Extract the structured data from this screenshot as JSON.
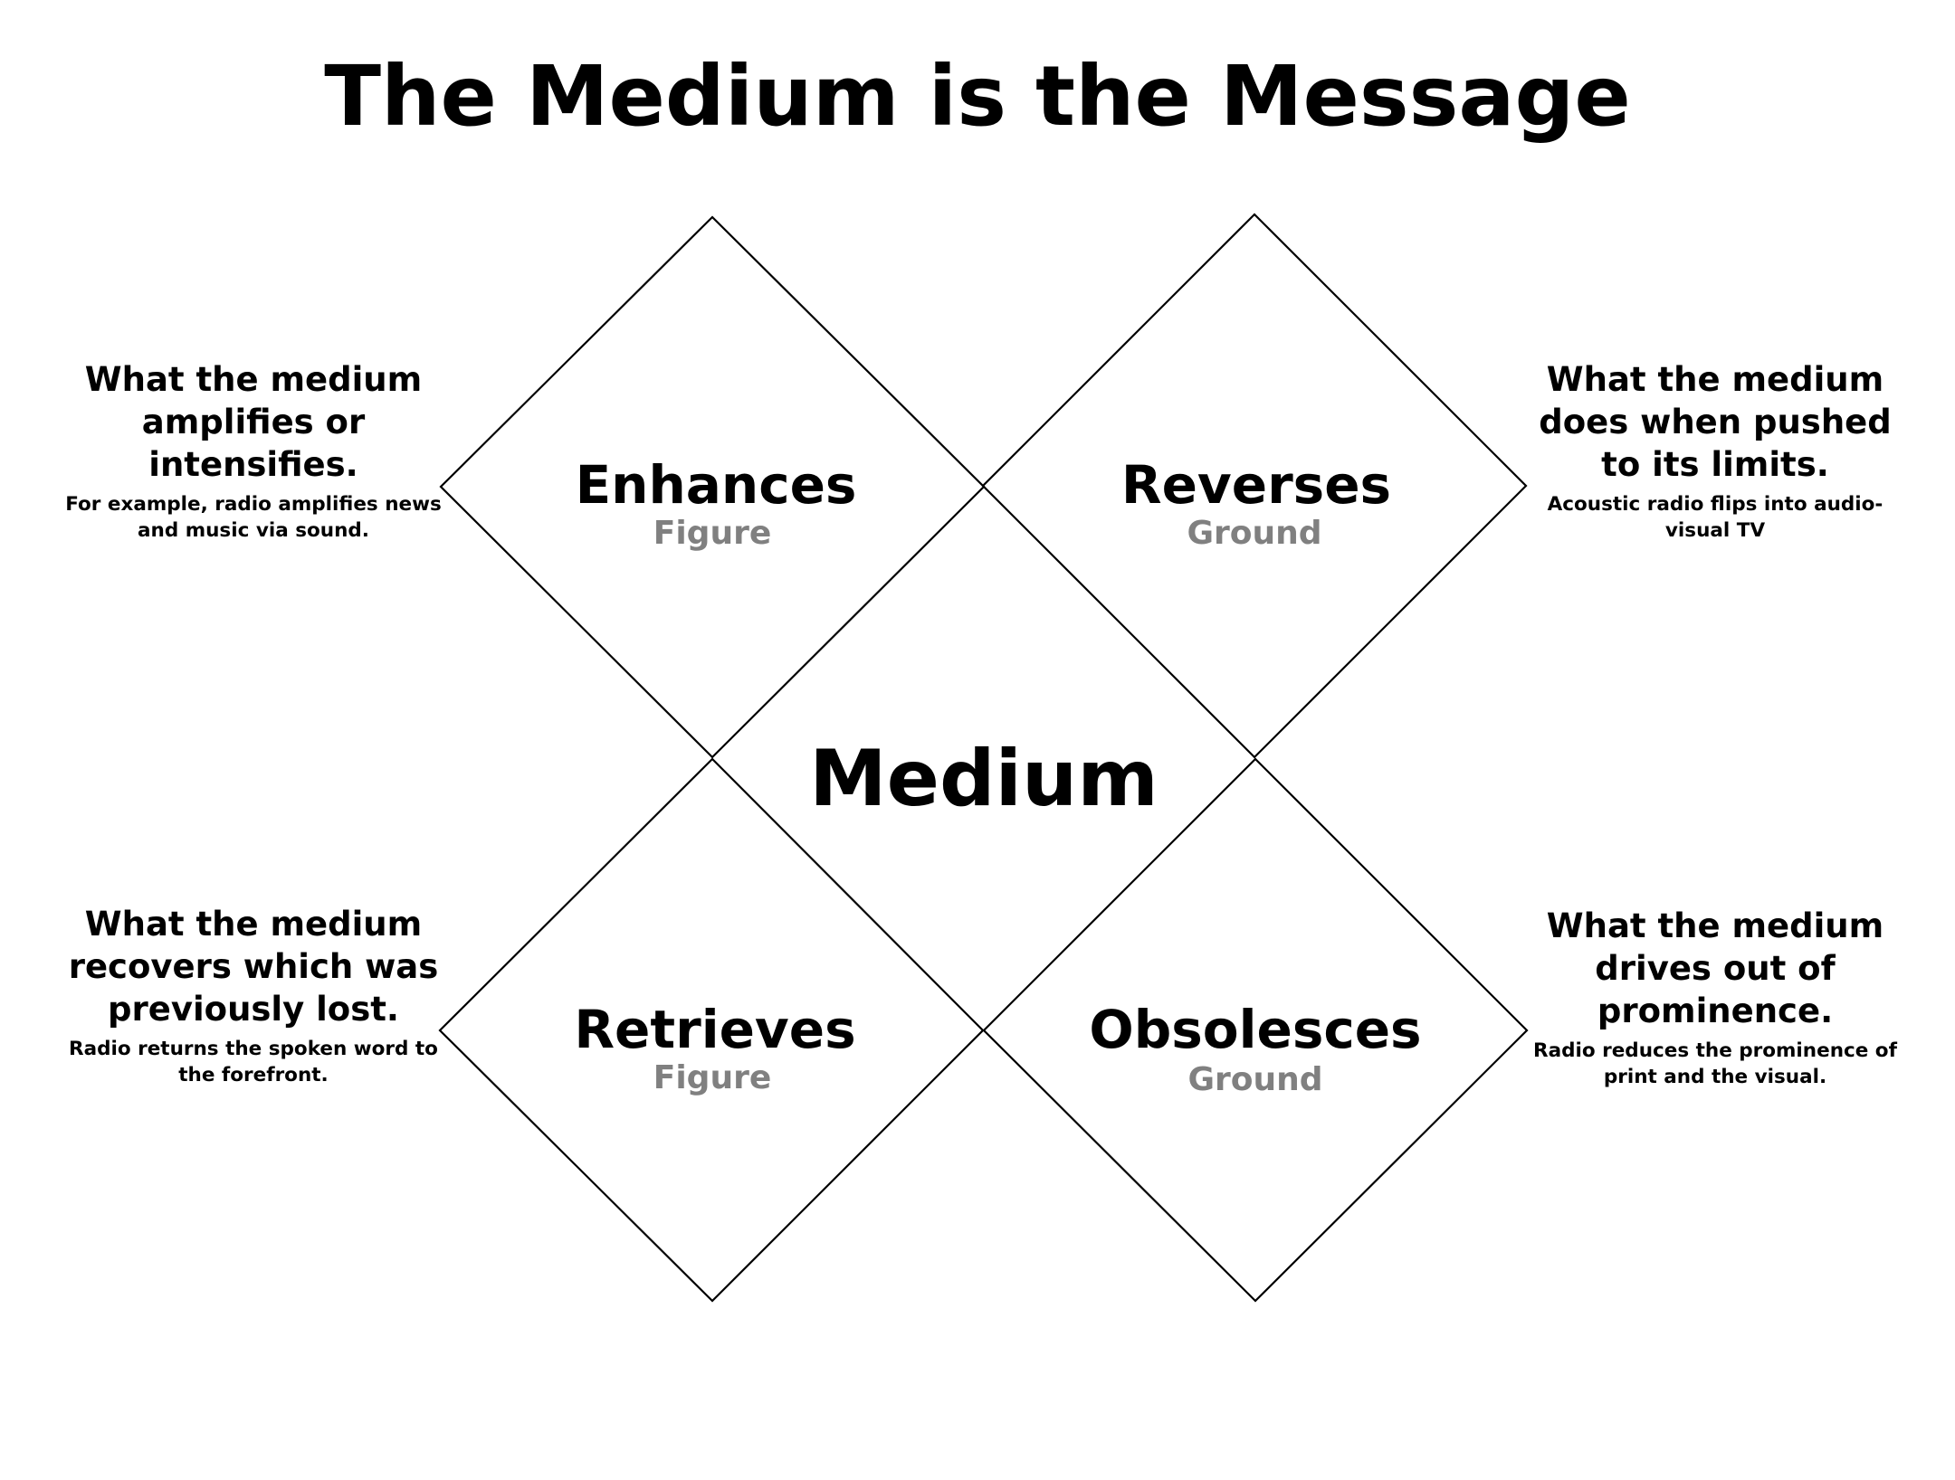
{
  "title": "The Medium is the Message",
  "center": "Medium",
  "quadrants": {
    "enhances": {
      "label": "Enhances",
      "sub": "Figure",
      "heading": "What the medium amplifies or intensifies.",
      "example": "For example, radio amplifies news and music via sound."
    },
    "reverses": {
      "label": "Reverses",
      "sub": "Ground",
      "heading": "What the medium does when pushed to its limits.",
      "example": "Acoustic radio flips into audio-visual TV"
    },
    "retrieves": {
      "label": "Retrieves",
      "sub": "Figure",
      "heading": "What the medium recovers which was previously lost.",
      "example": "Radio returns the spoken word to the forefront."
    },
    "obsolesces": {
      "label": "Obsolesces",
      "sub": "Ground",
      "heading": "What the medium drives out of prominence.",
      "example": "Radio reduces the prominence of print and the visual."
    }
  },
  "colors": {
    "text": "#000000",
    "subtext": "#808080",
    "line": "#000000",
    "background": "#ffffff"
  }
}
